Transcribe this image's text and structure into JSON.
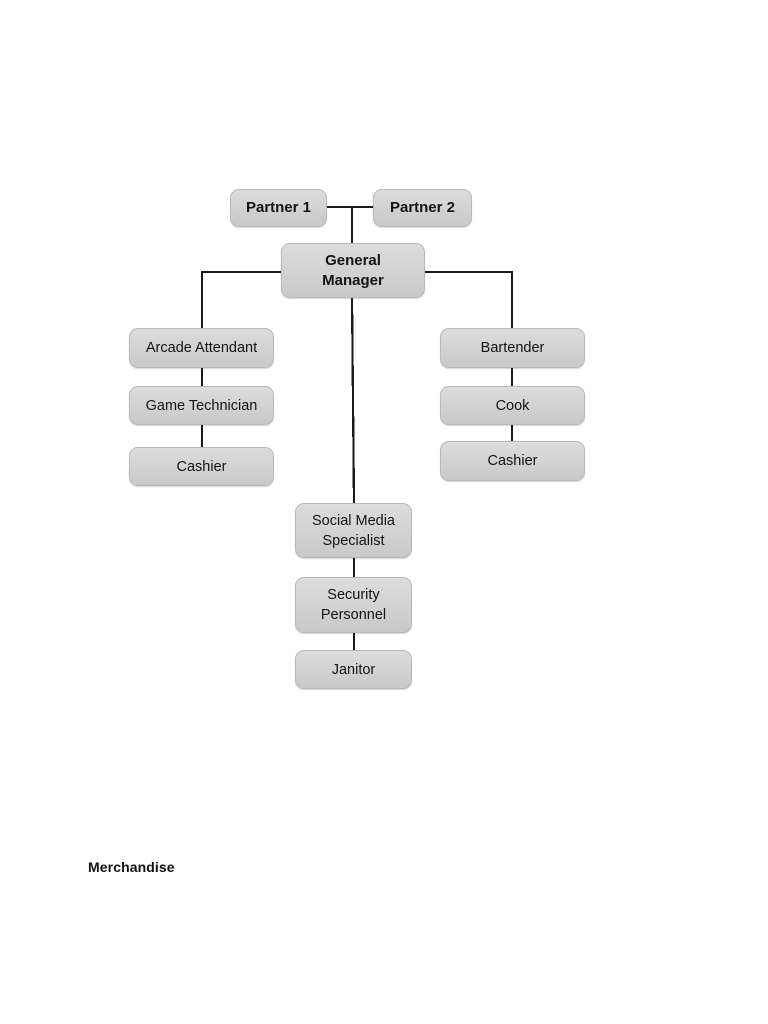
{
  "document": {
    "background_color": "#ffffff",
    "footer_label": "Merchandise"
  },
  "chart": {
    "title": "",
    "type": "org-chart",
    "node_fill_color": "#d3d3d3",
    "node_border_color": "#b9b9b9",
    "connector_color": "#1a1a1a",
    "text_color": "#141414"
  },
  "nodes": {
    "partner_1": {
      "label": "Partner 1"
    },
    "partner_2": {
      "label": "Partner 2"
    },
    "general_manager": {
      "label": "General\nManager"
    },
    "arcade_attendant": {
      "label": "Arcade Attendant"
    },
    "game_technician": {
      "label": "Game Technician"
    },
    "cashier_left": {
      "label": "Cashier"
    },
    "bartender": {
      "label": "Bartender"
    },
    "cook": {
      "label": "Cook"
    },
    "cashier_right": {
      "label": "Cashier"
    },
    "social_media_specialist": {
      "label": "Social Media\nSpecialist"
    },
    "security_personnel": {
      "label": "Security\nPersonnel"
    },
    "janitor": {
      "label": "Janitor"
    }
  }
}
